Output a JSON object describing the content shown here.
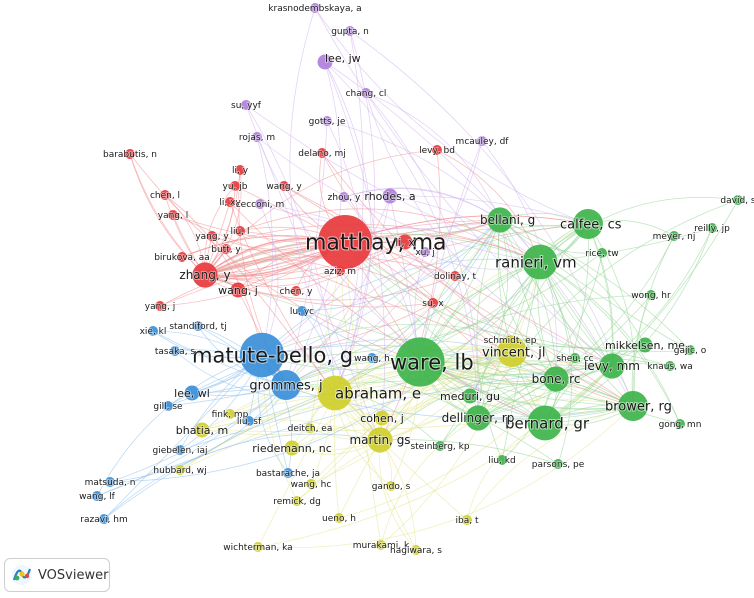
{
  "app": {
    "name": "VOSviewer"
  },
  "clusters": {
    "red": {
      "color": "#e8393d",
      "edge": "#f08a8c"
    },
    "green": {
      "color": "#3db44a",
      "edge": "#8fd38f"
    },
    "blue": {
      "color": "#3b8fd9",
      "edge": "#8cc0ec"
    },
    "yellow": {
      "color": "#cfcf2a",
      "edge": "#e4e48a"
    },
    "purple": {
      "color": "#b07fdc",
      "edge": "#cfb1ec"
    }
  },
  "nodes": [
    {
      "label": "matthay, ma",
      "cluster": "red",
      "weight": 10
    },
    {
      "label": "ware, lb",
      "cluster": "green",
      "weight": 9
    },
    {
      "label": "matute-bello, g",
      "cluster": "blue",
      "weight": 8
    },
    {
      "label": "abraham, e",
      "cluster": "yellow",
      "weight": 6
    },
    {
      "label": "ranieri, vm",
      "cluster": "green",
      "weight": 6
    },
    {
      "label": "bernard, gr",
      "cluster": "green",
      "weight": 6
    },
    {
      "label": "grommes, j",
      "cluster": "blue",
      "weight": 5
    },
    {
      "label": "calfee, cs",
      "cluster": "green",
      "weight": 5
    },
    {
      "label": "vincent, jl",
      "cluster": "yellow",
      "weight": 5
    },
    {
      "label": "brower, rg",
      "cluster": "green",
      "weight": 5
    },
    {
      "label": "dellinger, rp",
      "cluster": "green",
      "weight": 4
    },
    {
      "label": "bellani, g",
      "cluster": "green",
      "weight": 4
    },
    {
      "label": "zhang, y",
      "cluster": "red",
      "weight": 4
    },
    {
      "label": "bone, rc",
      "cluster": "green",
      "weight": 4
    },
    {
      "label": "levy, mm",
      "cluster": "green",
      "weight": 4
    },
    {
      "label": "martin, gs",
      "cluster": "yellow",
      "weight": 4
    },
    {
      "label": "bhatia, m",
      "cluster": "yellow",
      "weight": 3
    },
    {
      "label": "lee, jw",
      "cluster": "purple",
      "weight": 3
    },
    {
      "label": "mikkelsen, me",
      "cluster": "green",
      "weight": 3
    },
    {
      "label": "meduri, gu",
      "cluster": "green",
      "weight": 3
    },
    {
      "label": "cohen, j",
      "cluster": "yellow",
      "weight": 3
    },
    {
      "label": "riedemann, nc",
      "cluster": "yellow",
      "weight": 3
    },
    {
      "label": "lee, wl",
      "cluster": "blue",
      "weight": 3
    },
    {
      "label": "rhodes, a",
      "cluster": "purple",
      "weight": 3
    },
    {
      "label": "wang, j",
      "cluster": "red",
      "weight": 3
    },
    {
      "label": "sheu, cc",
      "cluster": "green",
      "weight": 2
    },
    {
      "label": "wong, hr",
      "cluster": "green",
      "weight": 2
    },
    {
      "label": "gajic, o",
      "cluster": "green",
      "weight": 2
    },
    {
      "label": "knaus, wa",
      "cluster": "green",
      "weight": 2
    },
    {
      "label": "gong, mn",
      "cluster": "green",
      "weight": 2
    },
    {
      "label": "rice, tw",
      "cluster": "green",
      "weight": 2
    },
    {
      "label": "meyer, nj",
      "cluster": "green",
      "weight": 2
    },
    {
      "label": "reilly, jp",
      "cluster": "green",
      "weight": 2
    },
    {
      "label": "david, s",
      "cluster": "green",
      "weight": 2
    },
    {
      "label": "steinberg, kp",
      "cluster": "green",
      "weight": 2
    },
    {
      "label": "liu, kd",
      "cluster": "green",
      "weight": 2
    },
    {
      "label": "parsons, pe",
      "cluster": "green",
      "weight": 2
    },
    {
      "label": "schmidt, ep",
      "cluster": "yellow",
      "weight": 2
    },
    {
      "label": "wang, h",
      "cluster": "blue",
      "weight": 2
    },
    {
      "label": "gill, se",
      "cluster": "blue",
      "weight": 2
    },
    {
      "label": "fink, mp",
      "cluster": "yellow",
      "weight": 2
    },
    {
      "label": "liu, sf",
      "cluster": "blue",
      "weight": 2
    },
    {
      "label": "deitch, ea",
      "cluster": "yellow",
      "weight": 2
    },
    {
      "label": "giebelen, iaj",
      "cluster": "blue",
      "weight": 2
    },
    {
      "label": "hubbard, wj",
      "cluster": "yellow",
      "weight": 2
    },
    {
      "label": "bastarache, ja",
      "cluster": "blue",
      "weight": 2
    },
    {
      "label": "matsuda, n",
      "cluster": "blue",
      "weight": 2
    },
    {
      "label": "wang, lf",
      "cluster": "blue",
      "weight": 2
    },
    {
      "label": "razavi, hm",
      "cluster": "blue",
      "weight": 2
    },
    {
      "label": "wang, hc",
      "cluster": "yellow",
      "weight": 2
    },
    {
      "label": "remick, dg",
      "cluster": "yellow",
      "weight": 2
    },
    {
      "label": "gando, s",
      "cluster": "yellow",
      "weight": 2
    },
    {
      "label": "ueno, h",
      "cluster": "yellow",
      "weight": 2
    },
    {
      "label": "iba, t",
      "cluster": "yellow",
      "weight": 2
    },
    {
      "label": "wichterman, ka",
      "cluster": "yellow",
      "weight": 2
    },
    {
      "label": "murakami, k",
      "cluster": "yellow",
      "weight": 2
    },
    {
      "label": "hagiwara, s",
      "cluster": "yellow",
      "weight": 2
    },
    {
      "label": "tasaka, s",
      "cluster": "blue",
      "weight": 2
    },
    {
      "label": "standiford, tj",
      "cluster": "blue",
      "weight": 2
    },
    {
      "label": "xie, kl",
      "cluster": "blue",
      "weight": 2
    },
    {
      "label": "yang, j",
      "cluster": "red",
      "weight": 2
    },
    {
      "label": "lu, yc",
      "cluster": "blue",
      "weight": 2
    },
    {
      "label": "chen, y",
      "cluster": "red",
      "weight": 2
    },
    {
      "label": "aziz, m",
      "cluster": "red",
      "weight": 2
    },
    {
      "label": "su, x",
      "cluster": "red",
      "weight": 2
    },
    {
      "label": "dolinay, t",
      "cluster": "red",
      "weight": 2
    },
    {
      "label": "li, x",
      "cluster": "red",
      "weight": 3
    },
    {
      "label": "xu, j",
      "cluster": "purple",
      "weight": 2
    },
    {
      "label": "butt, y",
      "cluster": "red",
      "weight": 2
    },
    {
      "label": "yang, y",
      "cluster": "red",
      "weight": 2
    },
    {
      "label": "liu, l",
      "cluster": "red",
      "weight": 2
    },
    {
      "label": "birukova, aa",
      "cluster": "red",
      "weight": 2
    },
    {
      "label": "yang, l",
      "cluster": "red",
      "weight": 2
    },
    {
      "label": "li, xy",
      "cluster": "red",
      "weight": 2
    },
    {
      "label": "cecconi, m",
      "cluster": "purple",
      "weight": 2
    },
    {
      "label": "chen, l",
      "cluster": "red",
      "weight": 2
    },
    {
      "label": "yu, jb",
      "cluster": "red",
      "weight": 2
    },
    {
      "label": "wang, y",
      "cluster": "red",
      "weight": 2
    },
    {
      "label": "li, y",
      "cluster": "red",
      "weight": 2
    },
    {
      "label": "barabutis, n",
      "cluster": "red",
      "weight": 2
    },
    {
      "label": "zhou, y",
      "cluster": "purple",
      "weight": 2
    },
    {
      "label": "delano, mj",
      "cluster": "red",
      "weight": 2
    },
    {
      "label": "levy, bd",
      "cluster": "red",
      "weight": 2
    },
    {
      "label": "mcauley, df",
      "cluster": "purple",
      "weight": 2
    },
    {
      "label": "rojas, m",
      "cluster": "purple",
      "weight": 2
    },
    {
      "label": "gotts, je",
      "cluster": "purple",
      "weight": 2
    },
    {
      "label": "su, yyf",
      "cluster": "purple",
      "weight": 2
    },
    {
      "label": "chang, cl",
      "cluster": "purple",
      "weight": 2
    },
    {
      "label": "gupta, n",
      "cluster": "purple",
      "weight": 2
    },
    {
      "label": "krasnodembskaya, a",
      "cluster": "purple",
      "weight": 2
    }
  ]
}
